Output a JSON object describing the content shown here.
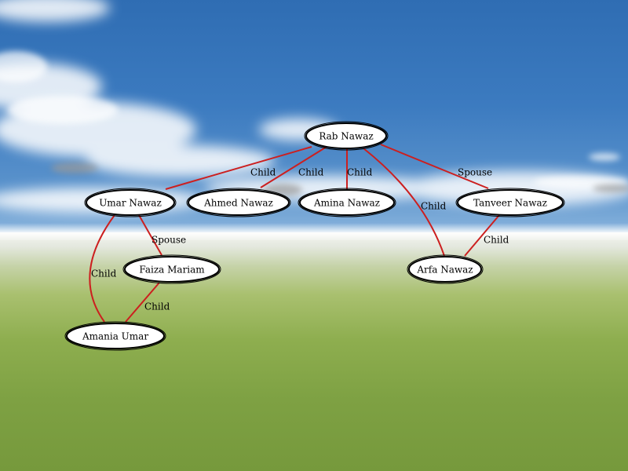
{
  "graph": {
    "nodes": [
      {
        "id": "rab",
        "label": "Rab Nawaz"
      },
      {
        "id": "umar",
        "label": "Umar Nawaz"
      },
      {
        "id": "ahmed",
        "label": "Ahmed Nawaz"
      },
      {
        "id": "amina",
        "label": "Amina Nawaz"
      },
      {
        "id": "tanveer",
        "label": "Tanveer Nawaz"
      },
      {
        "id": "faiza",
        "label": "Faiza Mariam"
      },
      {
        "id": "arfa",
        "label": "Arfa Nawaz"
      },
      {
        "id": "amania",
        "label": "Amania Umar"
      }
    ],
    "edges": [
      {
        "from": "rab",
        "to": "umar",
        "label": "Child"
      },
      {
        "from": "rab",
        "to": "ahmed",
        "label": "Child"
      },
      {
        "from": "rab",
        "to": "amina",
        "label": "Child"
      },
      {
        "from": "rab",
        "to": "arfa",
        "label": "Child"
      },
      {
        "from": "rab",
        "to": "tanveer",
        "label": "Spouse"
      },
      {
        "from": "umar",
        "to": "faiza",
        "label": "Spouse"
      },
      {
        "from": "umar",
        "to": "amania",
        "label": "Child"
      },
      {
        "from": "faiza",
        "to": "amania",
        "label": "Child"
      },
      {
        "from": "tanveer",
        "to": "arfa",
        "label": "Child"
      }
    ]
  },
  "colors": {
    "edge": "#cc1f1f",
    "node_fill": "#ffffff",
    "node_stroke": "#000000",
    "sky": "#3c7bc0",
    "ground": "#7ea143"
  }
}
